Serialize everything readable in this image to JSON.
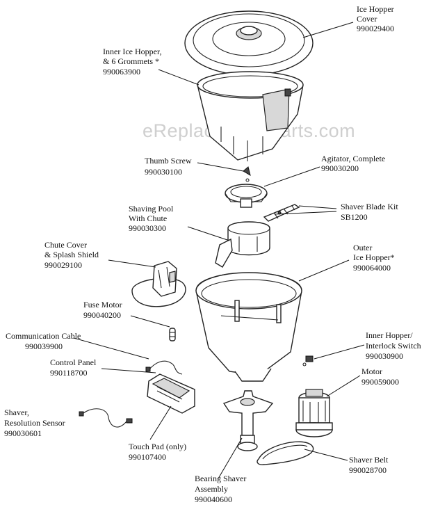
{
  "watermark": "eReplacementParts.com",
  "labels": {
    "ice_hopper_cover": [
      "Ice Hopper",
      "Cover",
      "990029400"
    ],
    "inner_ice_hopper": [
      "Inner Ice Hopper,",
      "& 6 Grommets *",
      "990063900"
    ],
    "thumb_screw": [
      "Thumb Screw",
      "990030100"
    ],
    "agitator": [
      "Agitator, Complete",
      "990030200"
    ],
    "shaver_blade_kit": [
      "Shaver Blade Kit",
      "SB1200"
    ],
    "shaving_pool": [
      "Shaving Pool",
      "With Chute",
      "990030300"
    ],
    "chute_cover": [
      "Chute Cover",
      "& Splash Shield",
      "990029100"
    ],
    "outer_ice_hopper": [
      "Outer",
      "Ice Hopper*",
      "990064000"
    ],
    "fuse_motor": [
      "Fuse Motor",
      "990040200"
    ],
    "communication_cable": [
      "Communication Cable",
      "990039900"
    ],
    "inner_hopper_switch": [
      "Inner Hopper/",
      "Interlock Switch",
      "990030900"
    ],
    "control_panel": [
      "Control Panel",
      "990118700"
    ],
    "motor": [
      "Motor",
      "990059000"
    ],
    "shaver_sensor": [
      "Shaver,",
      "Resolution Sensor",
      "990030601"
    ],
    "touch_pad": [
      "Touch Pad (only)",
      "990107400"
    ],
    "shaver_belt": [
      "Shaver Belt",
      "990028700"
    ],
    "bearing_shaver": [
      "Bearing Shaver",
      "Assembly",
      "990040600"
    ]
  }
}
